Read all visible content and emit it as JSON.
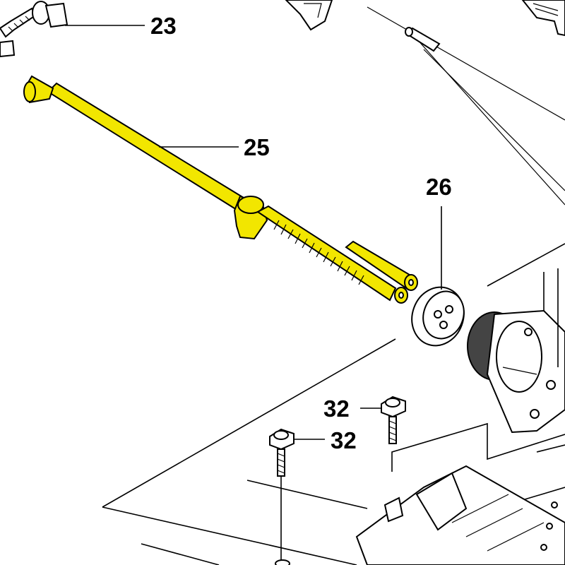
{
  "callouts": {
    "c23": "23",
    "c25": "25",
    "c26": "26",
    "c32a": "32",
    "c32b": "32"
  },
  "colors": {
    "highlight": "#f2e600",
    "ink": "#000000",
    "background": "#ffffff"
  }
}
